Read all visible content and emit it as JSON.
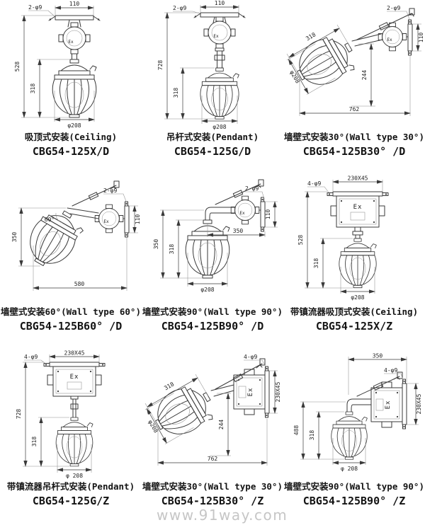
{
  "page": {
    "watermark": "www.91way.com"
  },
  "cells": [
    {
      "id": "ceiling-d",
      "cap": "吸顶式安装(Ceiling)",
      "model": "CBG54-125X/D",
      "ex": "Ex",
      "dims": {
        "holes": "2-φ9",
        "width": "110",
        "height": "528",
        "lamp": "318",
        "dia": "φ208"
      }
    },
    {
      "id": "pendant-d",
      "cap": "吊杆式安装(Pendant)",
      "model": "CBG54-125G/D",
      "ex": "Ex",
      "dims": {
        "holes": "2-φ9",
        "width": "110",
        "height": "728",
        "lamp": "318",
        "dia": "φ208"
      }
    },
    {
      "id": "wall30-d",
      "cap": "墙壁式安装30°(Wall type 30°)",
      "model": "CBG54-125B30° /D",
      "ex": "Ex",
      "dims": {
        "lamp": "318",
        "holes": "2-φ9",
        "plate": "110",
        "drop": "244",
        "span": "762",
        "dia": "φ208"
      }
    },
    {
      "id": "wall60-d",
      "cap": "墙壁式安装60°(Wall type 60°)",
      "model": "CBG54-125B60° /D",
      "ex": "Ex",
      "dims": {
        "holes": "2-φ9",
        "plate": "110",
        "height": "350",
        "span": "580",
        "angle": "60°"
      }
    },
    {
      "id": "wall90-d",
      "cap": "墙壁式安装90°(Wall type 90°)",
      "model": "CBG54-125B90° /D",
      "ex": "Ex",
      "dims": {
        "holes": "2-φ9",
        "plate": "110",
        "reach": "350",
        "height": "350",
        "lamp": "318",
        "dia": "φ208"
      }
    },
    {
      "id": "ceiling-z",
      "cap": "带镇流器吸顶式安装(Ceiling)",
      "model": "CBG54-125X/Z",
      "ex": "Ex",
      "dims": {
        "holes": "4-φ9",
        "plate": "230X45",
        "height": "528",
        "lamp": "318",
        "dia": "φ208"
      }
    },
    {
      "id": "pendant-z",
      "cap": "带镇流器吊杆式安装(Pendant)",
      "model": "CBG54-125G/Z",
      "ex": "Ex",
      "dims": {
        "holes": "4-φ9",
        "plate": "230X45",
        "height": "728",
        "lamp": "318",
        "dia": "φ 208"
      }
    },
    {
      "id": "wall30-z",
      "cap": "墙壁式安装30°(Wall type 30°)",
      "model": "CBG54-125B30° /Z",
      "ex": "Ex",
      "dims": {
        "lamp": "318",
        "holes": "4-φ9",
        "plate": "230X45",
        "drop": "244",
        "span": "762",
        "dia": "φ208"
      }
    },
    {
      "id": "wall90-z",
      "cap": "墙壁式安装90°(Wall type 90°)",
      "model": "CBG54-125B90° /Z",
      "ex": "Ex",
      "dims": {
        "reach": "350",
        "holes": "4-φ9",
        "plate": "230X45",
        "height": "488",
        "lamp": "318",
        "dia": "φ 208"
      }
    }
  ]
}
